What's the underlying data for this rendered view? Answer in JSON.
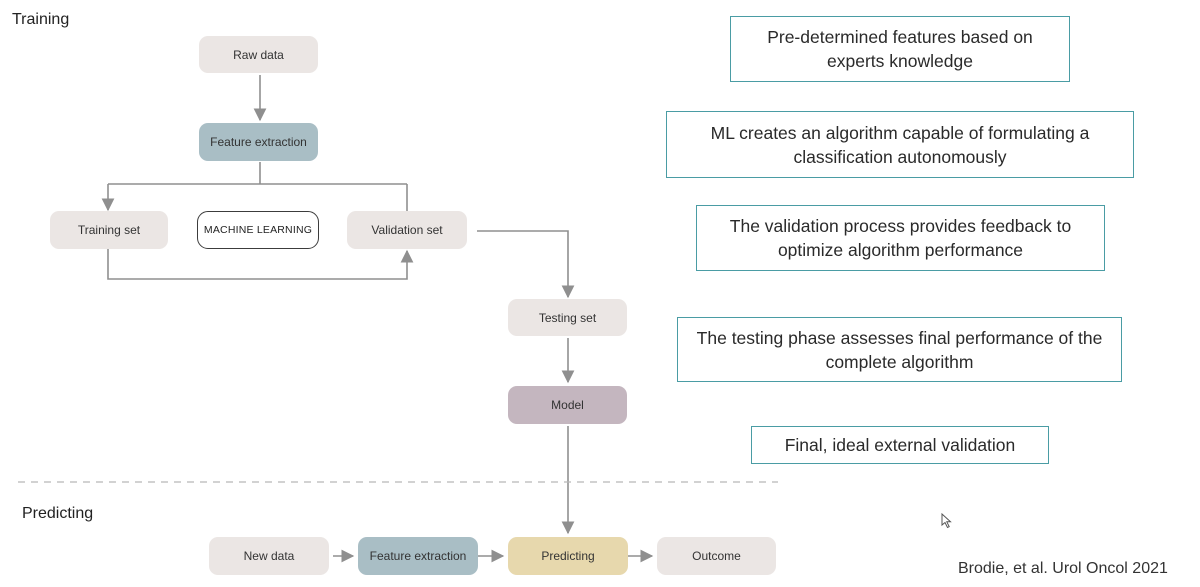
{
  "sections": {
    "training": "Training",
    "predicting": "Predicting"
  },
  "training_nodes": {
    "raw_data": "Raw data",
    "feature_extraction": "Feature extraction",
    "training_set": "Training set",
    "machine_learning": "MACHINE LEARNING",
    "validation_set": "Validation set",
    "testing_set": "Testing set",
    "model": "Model"
  },
  "predicting_nodes": {
    "new_data": "New data",
    "feature_extraction": "Feature extraction",
    "predicting": "Predicting",
    "outcome": "Outcome"
  },
  "notes": [
    "Pre-determined features based on experts knowledge",
    "ML creates an algorithm capable of formulating a classification autonomously",
    "The validation process provides feedback to optimize algorithm performance",
    "The testing phase assesses final performance of the complete algorithm",
    "Final, ideal external validation"
  ],
  "citation": "Brodie, et al. Urol Oncol 2021",
  "colors": {
    "plain_node": "#ebe6e4",
    "feature_node": "#a9bec5",
    "model_node": "#c4b6bf",
    "predicting_node": "#e7d8ad",
    "note_border": "#4a9ca4",
    "connector": "#8f8f8f"
  }
}
